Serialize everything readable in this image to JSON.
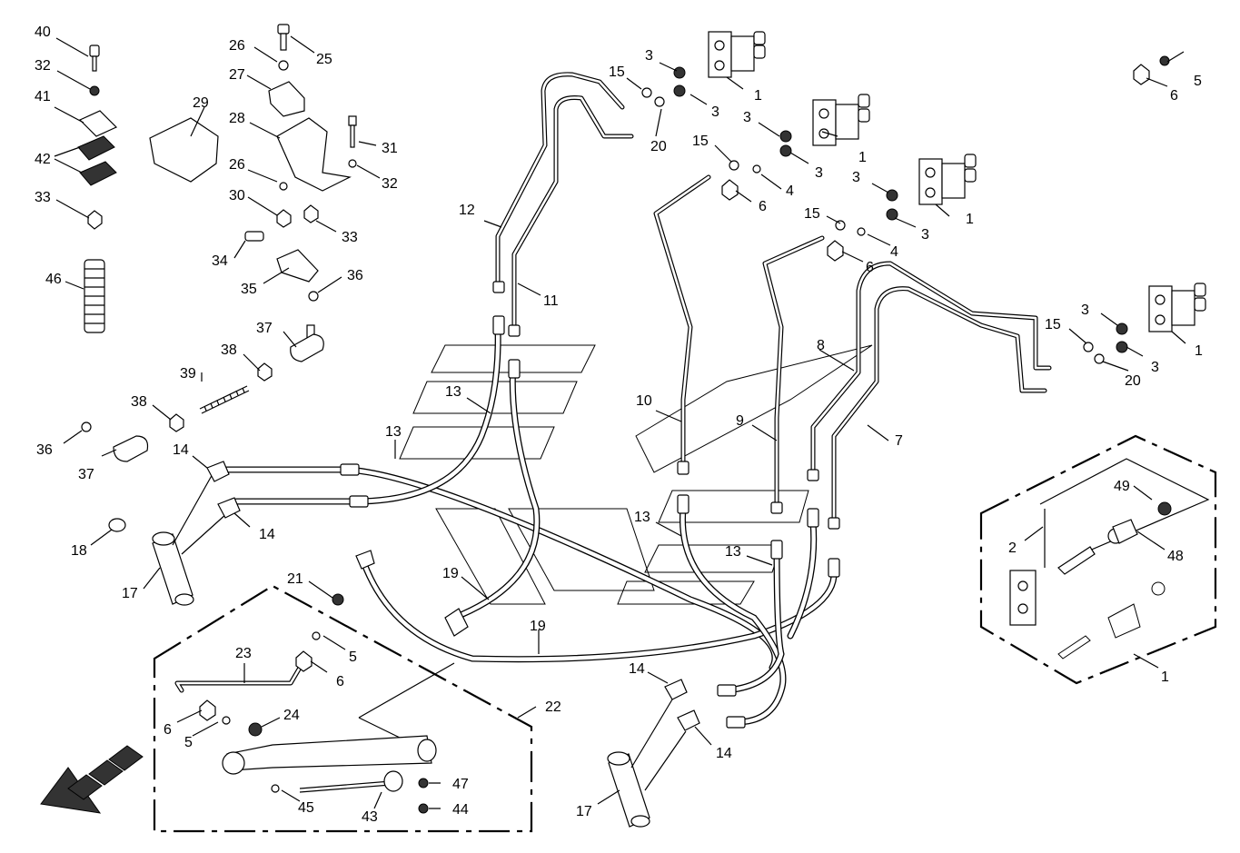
{
  "diagram": {
    "labels": [
      {
        "id": "l40",
        "text": "40"
      },
      {
        "id": "l32a",
        "text": "32"
      },
      {
        "id": "l41",
        "text": "41"
      },
      {
        "id": "l42",
        "text": "42"
      },
      {
        "id": "l33a",
        "text": "33"
      },
      {
        "id": "l46",
        "text": "46"
      },
      {
        "id": "l26a",
        "text": "26"
      },
      {
        "id": "l25",
        "text": "25"
      },
      {
        "id": "l27",
        "text": "27"
      },
      {
        "id": "l29",
        "text": "29"
      },
      {
        "id": "l28",
        "text": "28"
      },
      {
        "id": "l31",
        "text": "31"
      },
      {
        "id": "l26b",
        "text": "26"
      },
      {
        "id": "l32b",
        "text": "32"
      },
      {
        "id": "l30",
        "text": "30"
      },
      {
        "id": "l33b",
        "text": "33"
      },
      {
        "id": "l34",
        "text": "34"
      },
      {
        "id": "l35",
        "text": "35"
      },
      {
        "id": "l36a",
        "text": "36"
      },
      {
        "id": "l37a",
        "text": "37"
      },
      {
        "id": "l38a",
        "text": "38"
      },
      {
        "id": "l39",
        "text": "39"
      },
      {
        "id": "l38b",
        "text": "38"
      },
      {
        "id": "l36b",
        "text": "36"
      },
      {
        "id": "l37b",
        "text": "37"
      },
      {
        "id": "l14a",
        "text": "14"
      },
      {
        "id": "l14b",
        "text": "14"
      },
      {
        "id": "l18",
        "text": "18"
      },
      {
        "id": "l17a",
        "text": "17"
      },
      {
        "id": "l12",
        "text": "12"
      },
      {
        "id": "l11",
        "text": "11"
      },
      {
        "id": "l13a",
        "text": "13"
      },
      {
        "id": "l13b",
        "text": "13"
      },
      {
        "id": "l15a",
        "text": "15"
      },
      {
        "id": "l3a",
        "text": "3"
      },
      {
        "id": "l1a",
        "text": "1"
      },
      {
        "id": "l3b",
        "text": "3"
      },
      {
        "id": "l20a",
        "text": "20"
      },
      {
        "id": "l3c",
        "text": "3"
      },
      {
        "id": "l1b",
        "text": "1"
      },
      {
        "id": "l15b",
        "text": "15"
      },
      {
        "id": "l3d",
        "text": "3"
      },
      {
        "id": "l4a",
        "text": "4"
      },
      {
        "id": "l6a",
        "text": "6"
      },
      {
        "id": "l3e",
        "text": "3"
      },
      {
        "id": "l1c",
        "text": "1"
      },
      {
        "id": "l15c",
        "text": "15"
      },
      {
        "id": "l3f",
        "text": "3"
      },
      {
        "id": "l4b",
        "text": "4"
      },
      {
        "id": "l6b",
        "text": "6"
      },
      {
        "id": "l5a",
        "text": "5"
      },
      {
        "id": "l6c",
        "text": "6"
      },
      {
        "id": "l15d",
        "text": "15"
      },
      {
        "id": "l3g",
        "text": "3"
      },
      {
        "id": "l1d",
        "text": "1"
      },
      {
        "id": "l3h",
        "text": "3"
      },
      {
        "id": "l20b",
        "text": "20"
      },
      {
        "id": "l8",
        "text": "8"
      },
      {
        "id": "l10",
        "text": "10"
      },
      {
        "id": "l9",
        "text": "9"
      },
      {
        "id": "l7",
        "text": "7"
      },
      {
        "id": "l13c",
        "text": "13"
      },
      {
        "id": "l13d",
        "text": "13"
      },
      {
        "id": "l19a",
        "text": "19"
      },
      {
        "id": "l19b",
        "text": "19"
      },
      {
        "id": "l21",
        "text": "21"
      },
      {
        "id": "l5b",
        "text": "5"
      },
      {
        "id": "l6d",
        "text": "6"
      },
      {
        "id": "l23",
        "text": "23"
      },
      {
        "id": "l24",
        "text": "24"
      },
      {
        "id": "l6e",
        "text": "6"
      },
      {
        "id": "l5c",
        "text": "5"
      },
      {
        "id": "l22",
        "text": "22"
      },
      {
        "id": "l47",
        "text": "47"
      },
      {
        "id": "l45",
        "text": "45"
      },
      {
        "id": "l43",
        "text": "43"
      },
      {
        "id": "l44",
        "text": "44"
      },
      {
        "id": "l14c",
        "text": "14"
      },
      {
        "id": "l14d",
        "text": "14"
      },
      {
        "id": "l17b",
        "text": "17"
      },
      {
        "id": "l49",
        "text": "49"
      },
      {
        "id": "l2",
        "text": "2"
      },
      {
        "id": "l48",
        "text": "48"
      },
      {
        "id": "l1e",
        "text": "1"
      }
    ]
  }
}
